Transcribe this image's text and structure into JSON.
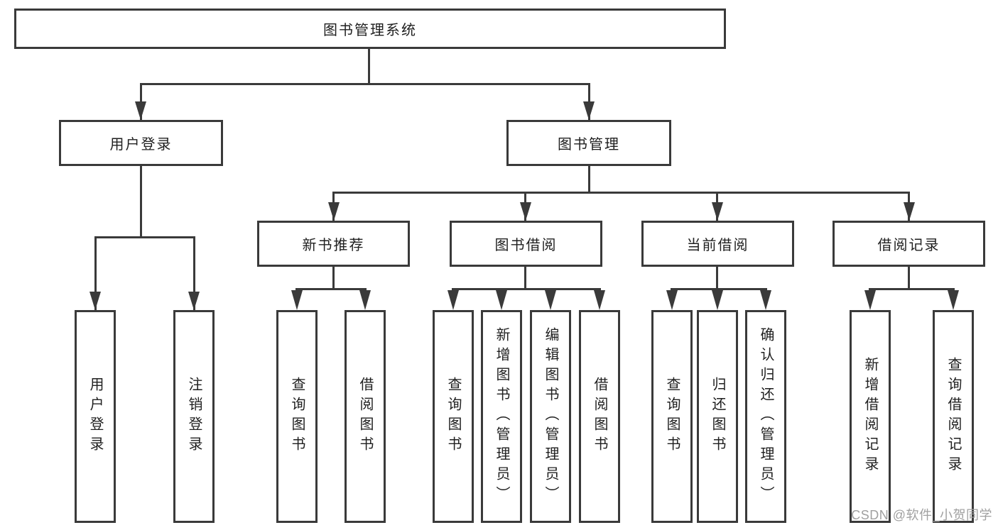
{
  "root": {
    "label": "图书管理系统"
  },
  "level2": {
    "user_login": "用户登录",
    "book_mgmt": "图书管理"
  },
  "level3": {
    "new_book": "新书推荐",
    "borrow": "图书借阅",
    "current": "当前借阅",
    "record": "借阅记录"
  },
  "leaves": {
    "user_login": [
      "用户登录",
      "注销登录"
    ],
    "new_book": [
      "查询图书",
      "借阅图书"
    ],
    "borrow": [
      "查询图书",
      "新增图书（管理员）",
      "编辑图书（管理员）",
      "借阅图书"
    ],
    "current": [
      "查询图书",
      "归还图书",
      "确认归还（管理员）"
    ],
    "record": [
      "新增借阅记录",
      "查询借阅记录"
    ]
  },
  "watermark": "CSDN @软件_小贺同学",
  "colors": {
    "line": "#3a3a3a",
    "background": "#ffffff",
    "text": "#1f1f1f",
    "watermark": "#a0a0a0"
  }
}
